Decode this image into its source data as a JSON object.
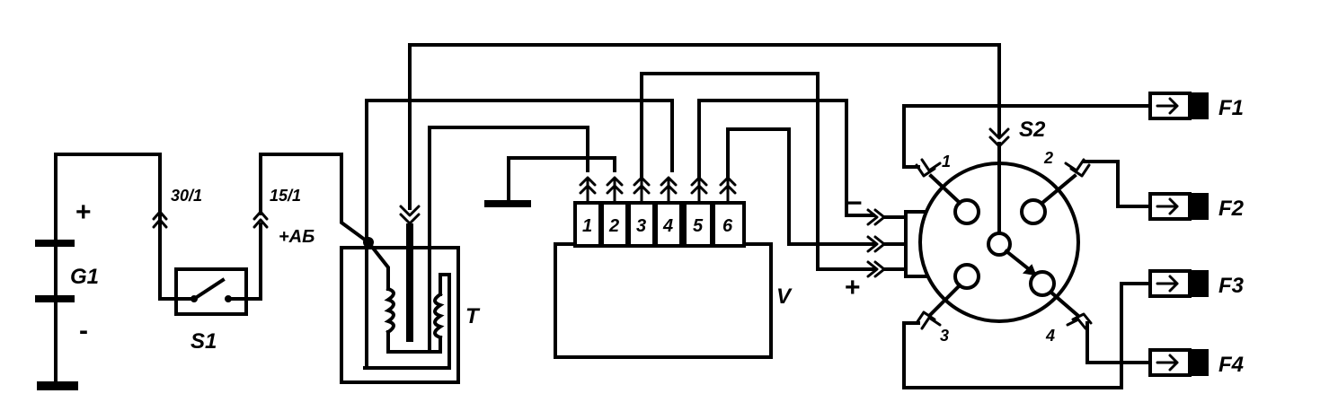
{
  "labels": {
    "battery": "G1",
    "battery_plus": "+",
    "battery_minus": "-",
    "terminal_30": "30/1",
    "terminal_15": "15/1",
    "supply": "+АБ",
    "switch": "S1",
    "coil": "T",
    "unit": "V",
    "distributor": "S2",
    "sensor_minus": "−",
    "sensor_plus": "+",
    "pins": [
      "1",
      "2",
      "3",
      "4",
      "5",
      "6"
    ],
    "dist_terminals": [
      "1",
      "2",
      "3",
      "4"
    ],
    "plugs": [
      "F1",
      "F2",
      "F3",
      "F4"
    ]
  }
}
